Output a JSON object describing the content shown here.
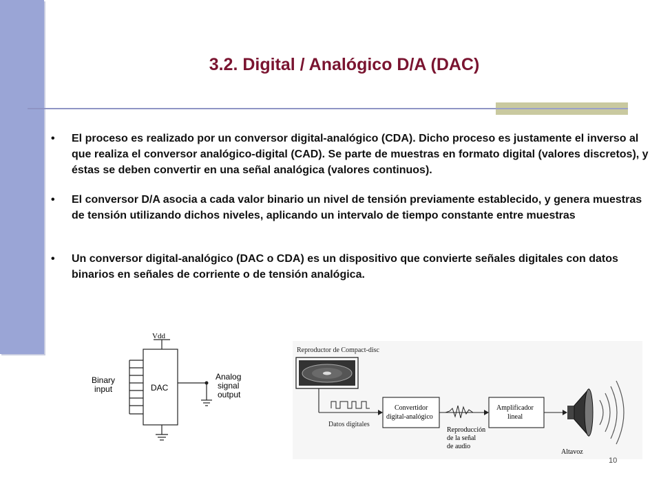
{
  "slide": {
    "title": "3.2. Digital / Analógico D/A (DAC)",
    "bullet_glyph": "•",
    "bullets": [
      "El proceso es realizado por un conversor digital-analógico (CDA). Dicho proceso es justamente el inverso al que realiza el conversor analógico-digital (CAD). Se parte de muestras en formato digital (valores discretos), y éstas se deben convertir en una señal analógica (valores continuos).",
      "El conversor D/A asocia a cada valor binario un nivel de tensión previamente establecido, y genera muestras de tensión utilizando dichos niveles, aplicando un intervalo de tiempo constante entre muestras",
      "Un conversor digital-analógico (DAC o CDA) es un dispositivo que convierte señales digitales con datos binarios en señales de corriente o de tensión analógica."
    ],
    "page_number": "10",
    "accent_color": "#7a1430",
    "sidebar_color": "#9aa5d6"
  },
  "dac_diagram": {
    "vdd": "Vdd",
    "input_label_1": "Binary",
    "input_label_2": "input",
    "block_label": "DAC",
    "output_label_1": "Analog",
    "output_label_2": "signal",
    "output_label_3": "output"
  },
  "cd_diagram": {
    "cd_player": "Reproductor de Compact-disc",
    "digital_data": "Datos digitales",
    "converter_1": "Convertidor",
    "converter_2": "digital-analógico",
    "reproduction_1": "Reproducción",
    "reproduction_2": "de la señal",
    "reproduction_3": "de audio",
    "amplifier_1": "Amplificador",
    "amplifier_2": "lineal",
    "speaker": "Altavoz"
  }
}
